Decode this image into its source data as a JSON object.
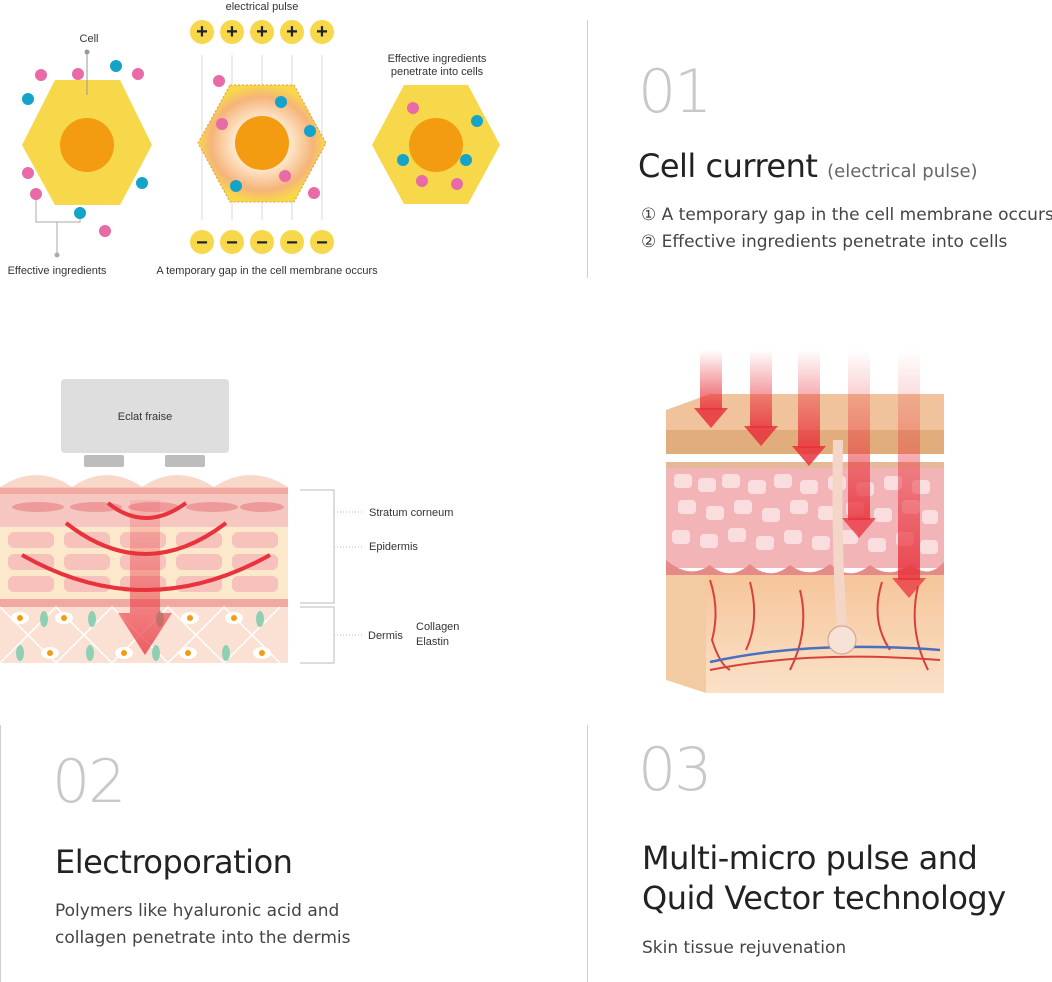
{
  "cell_diagram": {
    "top_label": "electrical pulse",
    "cell_label": "Cell",
    "ingredients_label": "Effective ingredients",
    "gap_label": "A temporary gap in the cell membrane occurs",
    "penetrate_label_line1": "Effective ingredients",
    "penetrate_label_line2": "penetrate into cells",
    "plus_sign": "+",
    "minus_sign": "−"
  },
  "section1": {
    "number": "01",
    "title": "Cell current",
    "title_sub": "(electrical pulse)",
    "line1": "① A temporary gap in the cell membrane occurs",
    "line2": "② Effective ingredients penetrate into cells"
  },
  "skin_diagram": {
    "device_label": "Eclat fraise",
    "stratum_label": "Stratum corneum",
    "epidermis_label": "Epidermis",
    "dermis_label": "Dermis",
    "collagen_label": "Collagen",
    "elastin_label": "Elastin"
  },
  "section2": {
    "number": "02",
    "title": "Electroporation",
    "line1": "Polymers like hyaluronic acid and",
    "line2": "collagen penetrate into the dermis"
  },
  "section3": {
    "number": "03",
    "title_line1": "Multi-micro pulse and",
    "title_line2": "Quid Vector technology",
    "line1": "Skin tissue rejuvenation"
  },
  "colors": {
    "cell_yellow": "#f7d84a",
    "nucleus_orange": "#f39c12",
    "pink_dot": "#e86aa6",
    "blue_dot": "#14a3c9",
    "arrow_red": "#e8323c"
  }
}
